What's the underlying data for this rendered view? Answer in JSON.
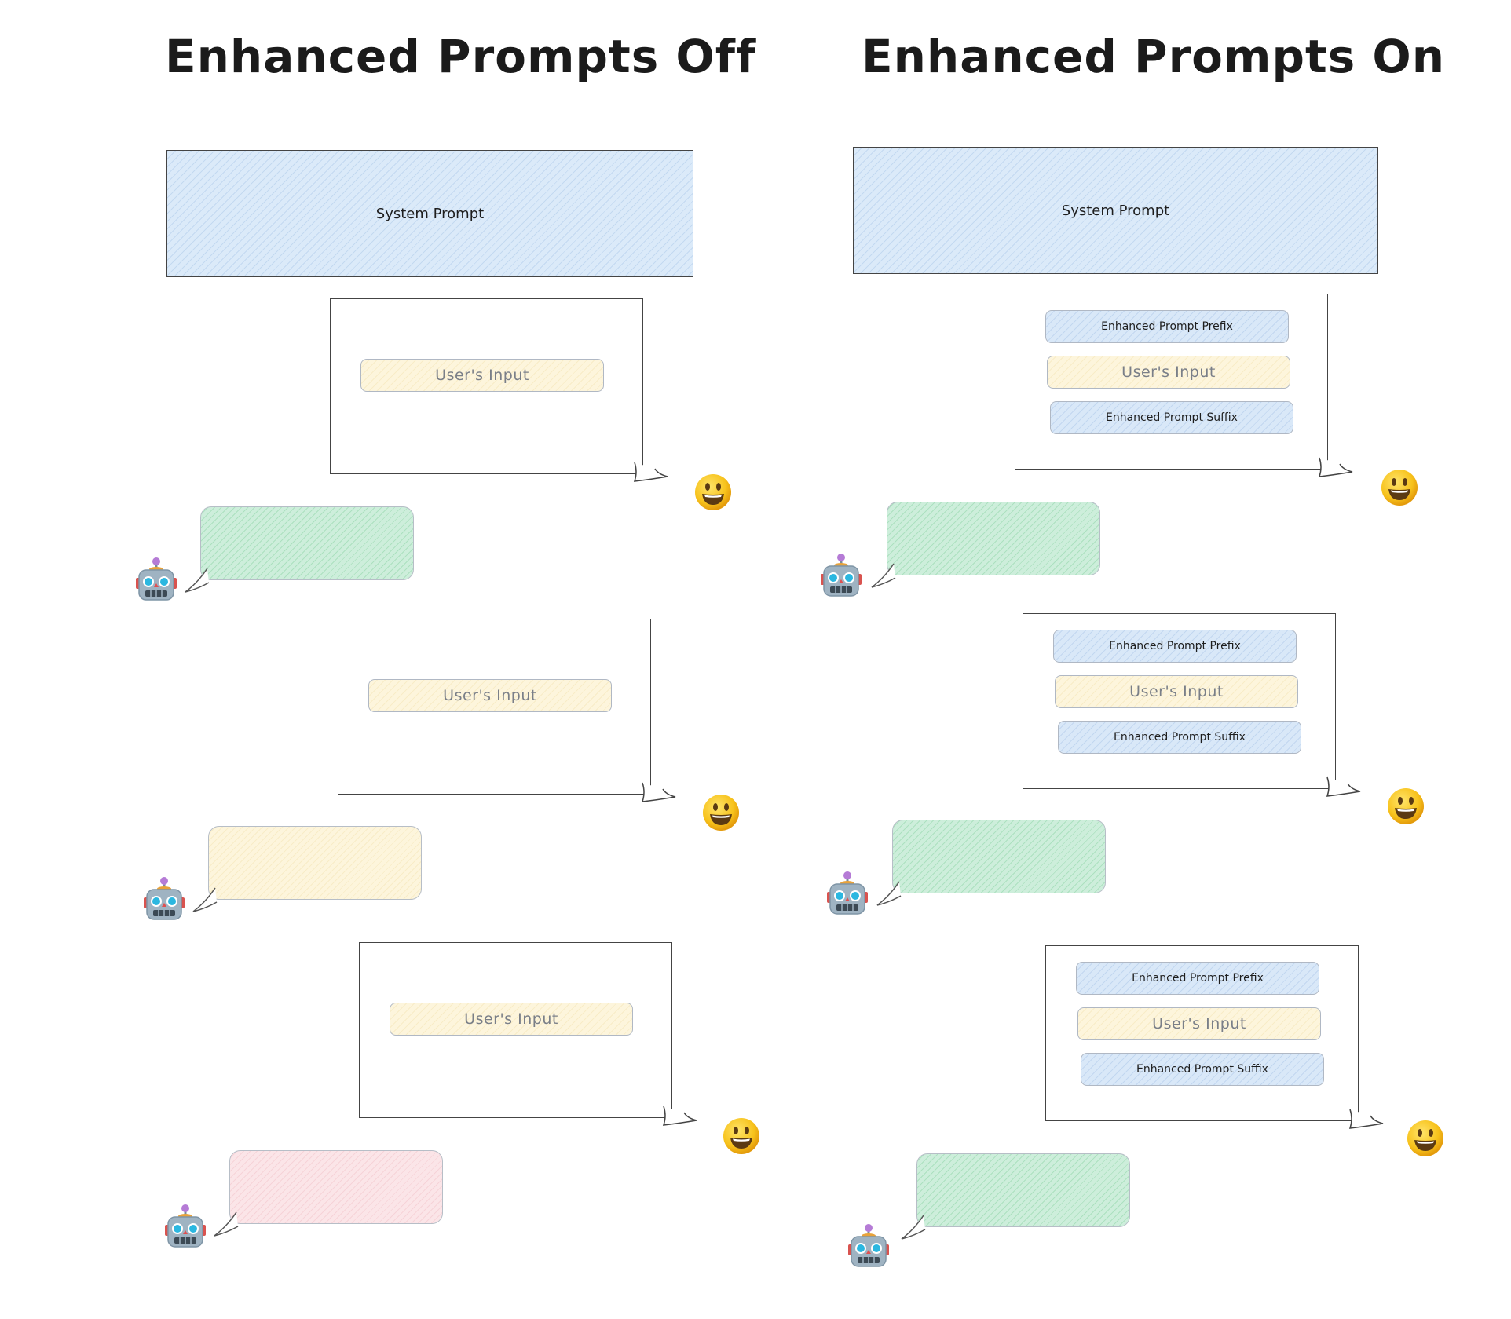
{
  "panels": {
    "off": {
      "title": "Enhanced Prompts Off"
    },
    "on": {
      "title": "Enhanced Prompts On"
    }
  },
  "labels": {
    "system_prompt": "System Prompt",
    "user_input": "User's Input",
    "prefix": "Enhanced Prompt Prefix",
    "suffix": "Enhanced Prompt Suffix"
  },
  "icons": {
    "user": "smiley-face-icon",
    "assistant": "robot-icon"
  },
  "colors": {
    "system_prompt_fill": "#dbeaf9",
    "user_input_fill": "#fdf5dc",
    "enhanced_fill": "#d9e8f8",
    "response_green": "#cdeedb",
    "response_yellow": "#fdf5dc",
    "response_pink": "#fbe5e8"
  },
  "responses": {
    "off": [
      "green",
      "yellow",
      "pink"
    ],
    "on": [
      "green",
      "green",
      "green"
    ]
  }
}
